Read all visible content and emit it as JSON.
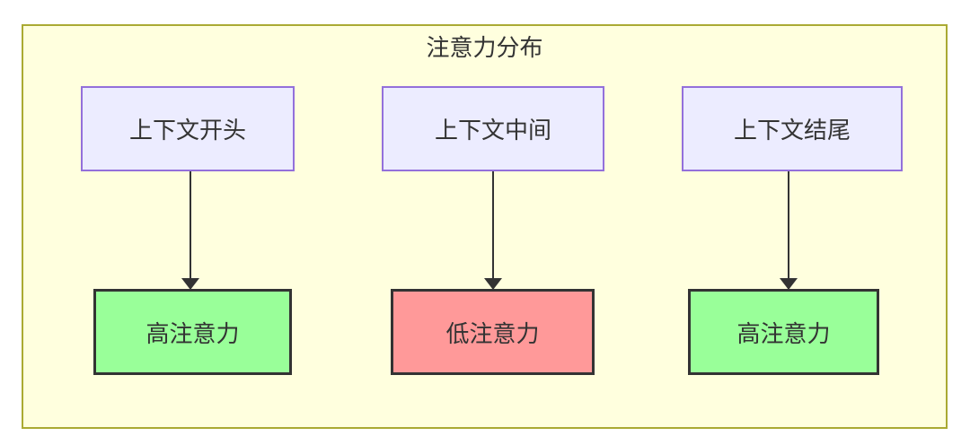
{
  "diagram": {
    "title": "注意力分布",
    "type": "flowchart",
    "columns": [
      {
        "source": {
          "label": "上下文开头"
        },
        "target": {
          "label": "高注意力",
          "level": "high"
        }
      },
      {
        "source": {
          "label": "上下文中间"
        },
        "target": {
          "label": "低注意力",
          "level": "low"
        }
      },
      {
        "source": {
          "label": "上下文结尾"
        },
        "target": {
          "label": "高注意力",
          "level": "high"
        }
      }
    ],
    "colors": {
      "container_fill": "#ffffde",
      "container_border": "#aaaa33",
      "source_node_fill": "#ececff",
      "source_node_border": "#9370db",
      "high_attention_fill": "#99ff99",
      "low_attention_fill": "#ff9999",
      "result_node_border": "#333333",
      "arrow": "#333333",
      "text": "#333333"
    }
  }
}
